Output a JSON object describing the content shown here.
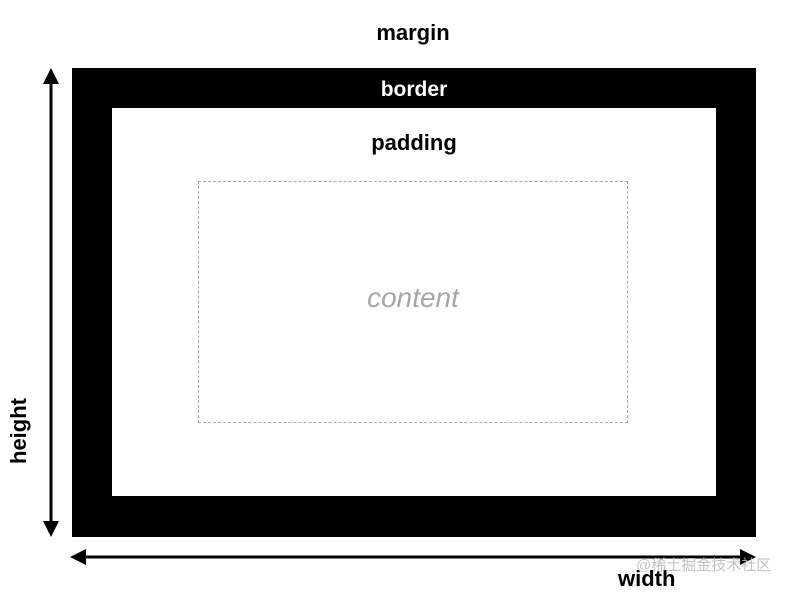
{
  "labels": {
    "margin": "margin",
    "border": "border",
    "padding": "padding",
    "content": "content",
    "height": "height",
    "width": "width"
  },
  "watermark": "@稀土掘金技术社区",
  "colors": {
    "border": "#000000",
    "padding": "#ffffff",
    "content_outline": "#a8a8a8",
    "content_text": "#a6a6a6",
    "text": "#000000"
  }
}
